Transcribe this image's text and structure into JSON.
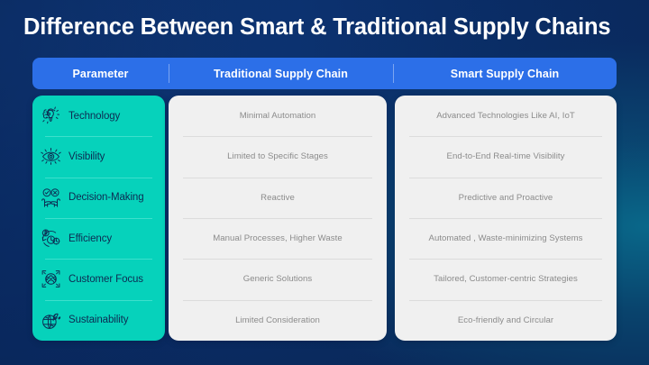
{
  "slide": {
    "title": "Difference Between Smart & Traditional Supply Chains",
    "colors": {
      "background_navy": "#0c3270",
      "background_teal_glow": "#096b8c",
      "header_blue": "#2c6fe8",
      "param_panel_teal": "#06d2bb",
      "value_panel_gray": "#f0f0f0",
      "title_white": "#ffffff",
      "param_text_navy": "#0d2b52",
      "value_text_gray": "#8b8b8b",
      "divider_teal": "#3ddfcc",
      "divider_gray": "#dcdcdc"
    }
  },
  "header": {
    "parameter": "Parameter",
    "traditional": "Traditional Supply Chain",
    "smart": "Smart Supply Chain"
  },
  "rows": [
    {
      "icon": "brain-lightbulb-icon",
      "parameter": "Technology",
      "traditional": "Minimal Automation",
      "smart": "Advanced Technologies Like AI, IoT"
    },
    {
      "icon": "eye-visibility-icon",
      "parameter": "Visibility",
      "traditional": "Limited to Specific Stages",
      "smart": "End-to-End Real-time Visibility"
    },
    {
      "icon": "hands-decision-icon",
      "parameter": "Decision-Making",
      "traditional": "Reactive",
      "smart": "Predictive and Proactive"
    },
    {
      "icon": "gear-money-clock-icon",
      "parameter": "Efficiency",
      "traditional": "Manual Processes, Higher Waste",
      "smart": "Automated , Waste-minimizing Systems"
    },
    {
      "icon": "customer-target-icon",
      "parameter": "Customer Focus",
      "traditional": "Generic Solutions",
      "smart": "Tailored, Customer-centric Strategies"
    },
    {
      "icon": "globe-leaf-icon",
      "parameter": "Sustainability",
      "traditional": "Limited Consideration",
      "smart": "Eco-friendly and Circular"
    }
  ]
}
